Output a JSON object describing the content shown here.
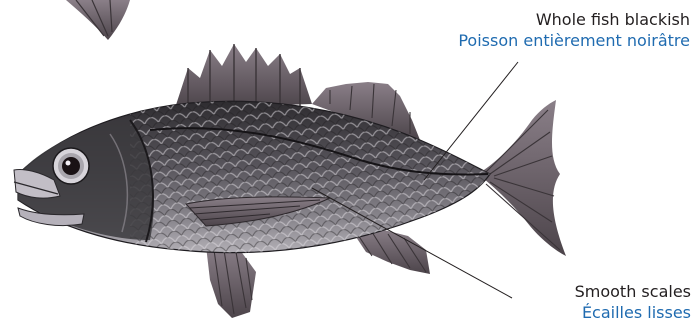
{
  "annotations": [
    {
      "english": "Whole fish blackish",
      "french": "Poisson entièrement noirâtre"
    },
    {
      "english": "Smooth scales",
      "french": "Écailles lisses"
    }
  ],
  "colors": {
    "body_dark": "#3d3b3f",
    "body_mid": "#6e6b72",
    "body_light": "#b9b6bc",
    "fin": "#6a5f68",
    "fin_ray": "#3a3438",
    "english_text": "#231f20",
    "french_text": "#1f6bb0",
    "leader_line": "#231f20"
  }
}
